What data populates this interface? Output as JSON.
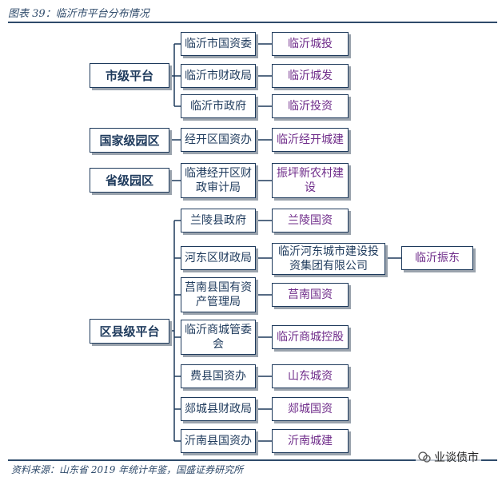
{
  "caption": "图表 39：临沂市平台分布情况",
  "source": "资料来源：山东省 2019 年统计年鉴，国盛证券研究所",
  "watermark": "业谈债市",
  "levels": {
    "city": "市级平台",
    "national_zone": "国家级园区",
    "provincial_zone": "省级园区",
    "county": "区县级平台"
  },
  "owners": {
    "sasac": "临沂市国资委",
    "finance_bureau": "临沂市财政局",
    "city_gov": "临沂市政府",
    "dev_zone": "经开区国资办",
    "port_zone": "临港经开区财政审计局",
    "lanling": "兰陵县政府",
    "hedong": "河东区财政局",
    "junan": "莒南县国有资产管理局",
    "shangcheng": "临沂商城管委会",
    "feixian": "费县国资办",
    "tancheng": "郯城县财政局",
    "yinan": "沂南县国资办"
  },
  "entities": {
    "chengtou": "临沂城投",
    "chengfa": "临沂城发",
    "touzi": "临沂投资",
    "jingkai": "临沂经开城建",
    "zhenping": "振坪新农村建设",
    "lanling_guozi": "兰陵国资",
    "hedong_chengjian": "临沂河东城市建设投资集团有限公司",
    "zhendong": "临沂振东",
    "junan_guozi": "莒南国资",
    "shangcheng_konggu": "临沂商城控股",
    "shandong_chengzi": "山东城资",
    "tancheng_guozi": "郯城国资",
    "yinan_chengjian": "沂南城建"
  }
}
